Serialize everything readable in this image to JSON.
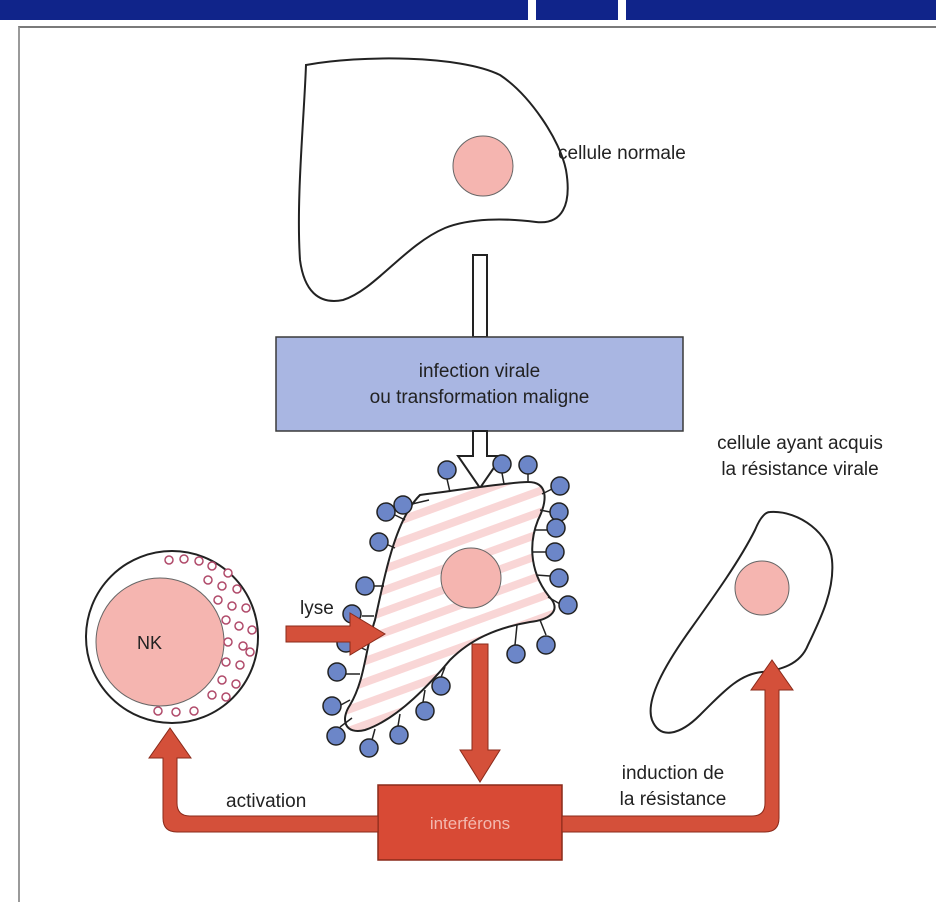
{
  "labels": {
    "cellule_normale": "cellule normale",
    "infection_line1": "infection virale",
    "infection_line2": "ou transformation maligne",
    "resistante_line1": "cellule ayant acquis",
    "resistante_line2": "la résistance virale",
    "nk": "NK",
    "lyse": "lyse",
    "activation": "activation",
    "induction_line1": "induction de",
    "induction_line2": "la résistance",
    "interferons": "interférons"
  },
  "colors": {
    "blue_box": "#a9b6e2",
    "red_arrow": "#d4503a",
    "nucleus": "#f5b5b0",
    "antigen": "#6c86c8",
    "header": "#10248a"
  }
}
